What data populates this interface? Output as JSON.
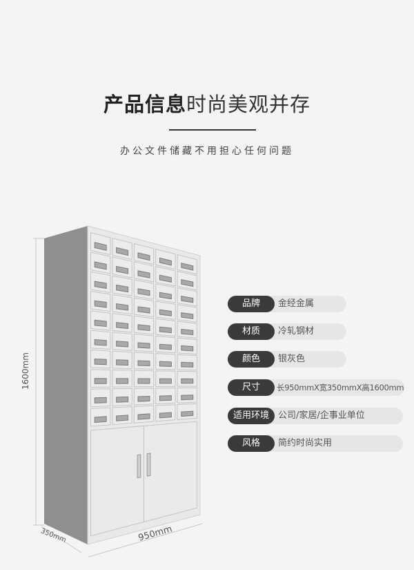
{
  "header": {
    "title_bold": "产品信息",
    "title_regular": "时尚美观并存",
    "subtitle": "办公文件储藏不用担心任何问题"
  },
  "product": {
    "dimensions": {
      "height": "1600mm",
      "depth": "350mm",
      "width": "950mm"
    },
    "drawer_columns": 5,
    "drawer_rows": 10
  },
  "specs": [
    {
      "label": "品牌",
      "value": "金经金属"
    },
    {
      "label": "材质",
      "value": "冷轧钢材"
    },
    {
      "label": "颜色",
      "value": "银灰色"
    },
    {
      "label": "尺寸",
      "value": "长950mmX宽350mmX高1600mm"
    },
    {
      "label": "适用环境",
      "value": "公司/家居/企事业单位"
    },
    {
      "label": "风格",
      "value": "简约时尚实用"
    }
  ]
}
